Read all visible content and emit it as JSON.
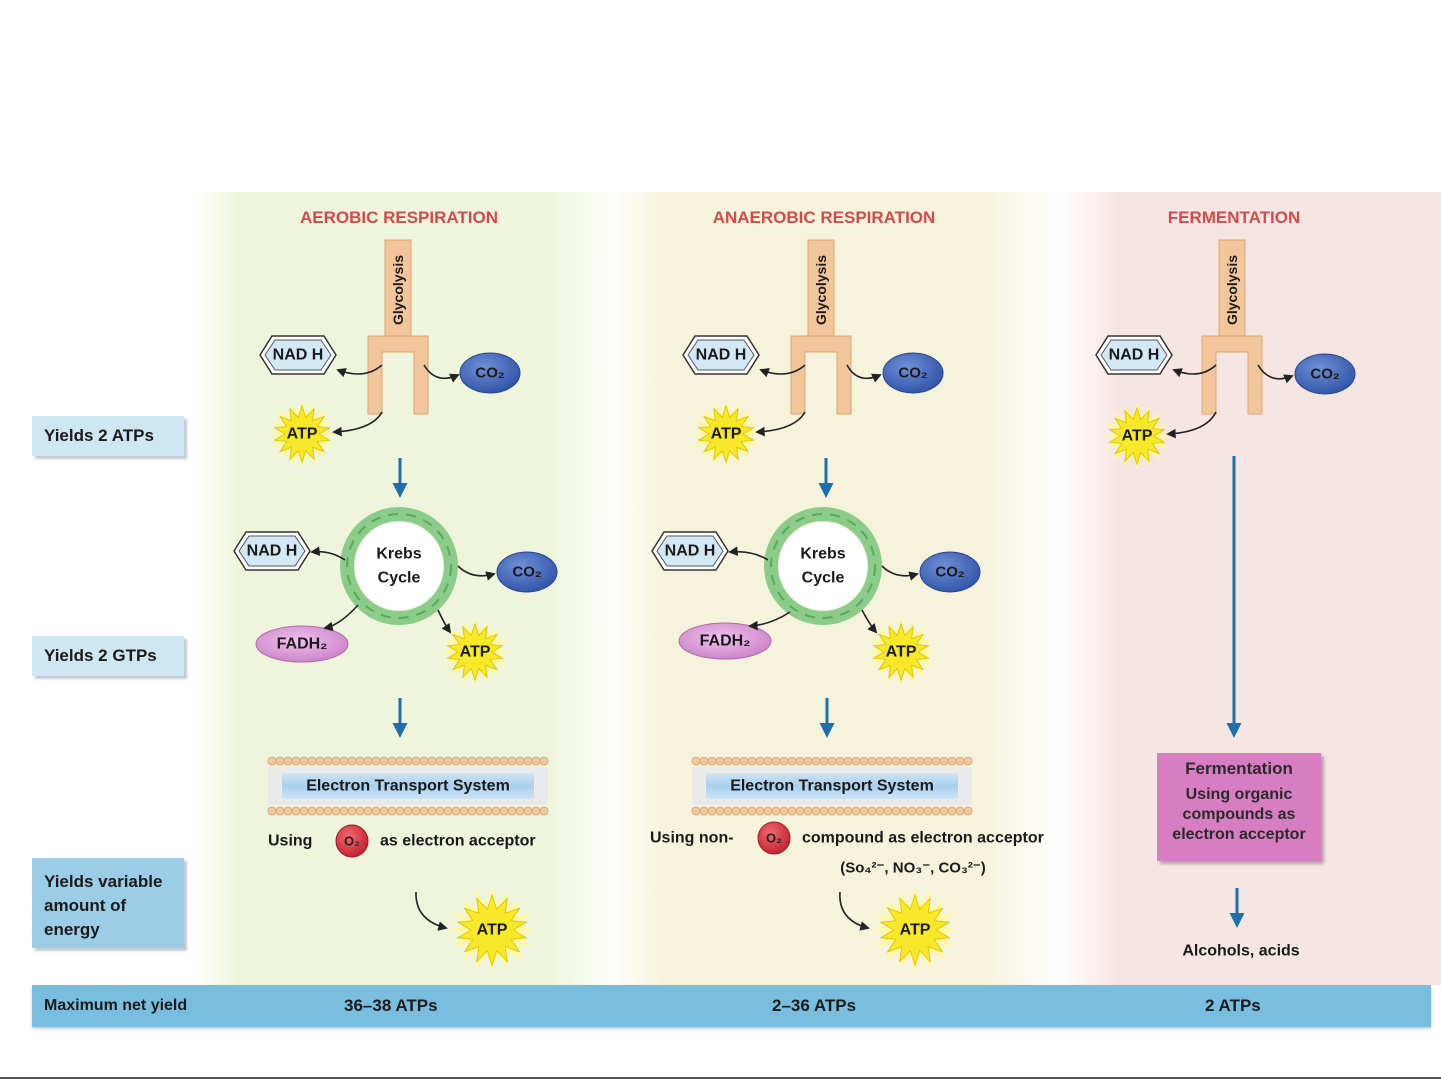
{
  "columns": {
    "aerobic": {
      "title": "AEROBIC RESPIRATION",
      "yield": "36–38 ATPs",
      "acceptor_prefix": "Using",
      "acceptor_suffix": "as electron acceptor"
    },
    "anaerobic": {
      "title": "ANAEROBIC RESPIRATION",
      "yield": "2–36 ATPs",
      "acceptor_prefix": "Using non-",
      "acceptor_suffix": "compound as electron acceptor",
      "acceptor_ions": "(So₄²⁻, NO₃⁻, CO₃²⁻)"
    },
    "fermentation": {
      "title": "FERMENTATION",
      "yield": "2 ATPs",
      "box_title": "Fermentation",
      "box_lines": [
        "Using organic",
        "compounds as",
        "electron acceptor"
      ],
      "products": "Alcohols, acids"
    }
  },
  "side_labels": {
    "glycolysis": "Yields 2 ATPs",
    "krebs": "Yields 2 GTPs",
    "ets": [
      "Yields variable",
      "amount of",
      "energy"
    ],
    "max_yield": "Maximum net yield"
  },
  "molecules": {
    "glycolysis": "Glycolysis",
    "nadh": "NAD H",
    "co2": "CO₂",
    "atp": "ATP",
    "fadh2": "FADH₂",
    "krebs_line1": "Krebs",
    "krebs_line2": "Cycle",
    "ets": "Electron Transport System",
    "oxygen": "O₂"
  },
  "colors": {
    "aerobic_bg": "#eef5dc",
    "anaerobic_bg": "#f6f3dc",
    "fermentation_bg": "#f6e6e3",
    "title_red": "#d24b4b",
    "arrow_blue": "#1f6fb0",
    "glycolysis_tan": "#f3c59a",
    "co2_blue": "#3f63b6",
    "krebs_green": "#8ccc8a",
    "fadh_pink": "#d89ad3",
    "atp_yellow": "#f7e92a",
    "oxygen_red": "#d32f3c",
    "fermentation_box": "#d77ec2"
  }
}
